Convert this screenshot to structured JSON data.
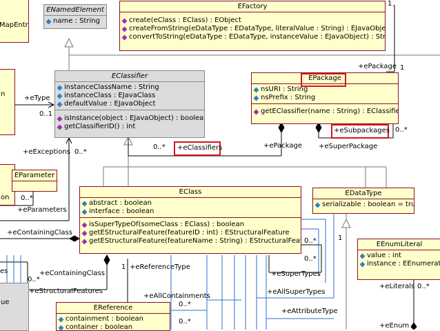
{
  "classes": {
    "named_element": {
      "name": "ENamedElement",
      "attrs": [
        "name : String"
      ]
    },
    "efactory": {
      "name": "EFactory",
      "ops": [
        "create(eClass : EClass) : EObject",
        "createFromString(eDataType : EDataType, literalValue : String) : EJavaObject",
        "convertToString(eDataType : EDataType, instanceValue : EJavaObject) : String"
      ]
    },
    "eclassifier": {
      "name": "EClassifier",
      "attrs": [
        "instanceClassName : String",
        "instanceClass : EJavaClass",
        "defaultValue : EJavaObject"
      ],
      "ops": [
        "isInstance(object : EJavaObject) : boolean",
        "getClassifierID() : int"
      ]
    },
    "epackage": {
      "name": "EPackage",
      "attrs": [
        "nsURI : String",
        "nsPrefix : String"
      ],
      "ops": [
        "getEClassifier(name : String) : EClassifier"
      ]
    },
    "eparameter": {
      "name": "EParameter"
    },
    "eclass": {
      "name": "EClass",
      "attrs": [
        "abstract : boolean",
        "interface : boolean"
      ],
      "ops": [
        "isSuperTypeOf(someClass : EClass) : boolean",
        "getEStructuralFeature(featureID : int) : EStructuralFeature",
        "getEStructuralFeature(featureName : String) : EStructuralFeature"
      ]
    },
    "edatatype": {
      "name": "EDataType",
      "attrs": [
        "serializable : boolean = true"
      ]
    },
    "eenumliteral": {
      "name": "EEnumLiteral",
      "attrs": [
        "value : int",
        "instance : EEnumerato"
      ]
    },
    "ereference": {
      "name": "EReference",
      "attrs": [
        "containment : boolean",
        "container : boolean"
      ]
    },
    "left_mapentry": {
      "text": "MapEntry"
    },
    "left_n": {
      "text": "n"
    },
    "left_on": {
      "text": "on"
    },
    "left_es": {
      "text": "es"
    },
    "left_ue": {
      "text": "ue"
    }
  },
  "labels": {
    "one_top": "1",
    "epackage_role": "+ePackage",
    "one_pkg": "1",
    "etype": "+eType",
    "zero_one": "0..1",
    "eexceptions": "+eExceptions",
    "many_exc": "0..*",
    "many_cls": "0..*",
    "eclassifiers": "+eClassifiers",
    "epackage2": "+ePackage",
    "esubpackages": "+eSubpackages",
    "many_sub": "0..*",
    "esuperpackage": "+eSuperPackage",
    "many_par": "0..*",
    "eparameters": "+eParameters",
    "econtainingclass": "+eContainingClass",
    "one_dt": "1",
    "many_st1": "0..*",
    "many_st2": "0..*",
    "esupertypes": "+eSuperTypes",
    "many_left": "0..*",
    "econtainingclass2": "+eContainingClass",
    "one_ref": "1",
    "ereferencetype": "+eReferenceType",
    "estructuralfeatures": "+eStructuralFeatures",
    "eallcontainments": "+eAllContainments",
    "many_ac": "0..*",
    "eallsupertypes": "+eAllSuperTypes",
    "eattributetype": "+eAttributeType",
    "many_ref": "0..*",
    "eliterals": "+eLiterals",
    "many_lit": "0..*",
    "eenum": "+eEnum"
  }
}
